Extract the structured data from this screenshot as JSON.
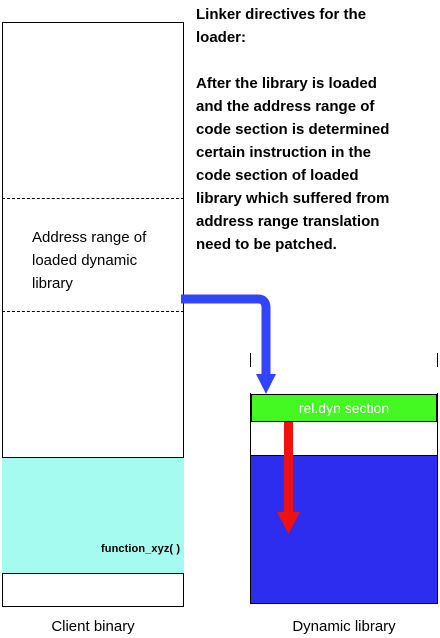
{
  "directive": {
    "lines": [
      "Linker directives for the",
      "loader:",
      "",
      "After the library is loaded",
      "and the address range of",
      "code section is determined",
      "certain instruction in the",
      "code section of loaded",
      "library which suffered from",
      "address range translation",
      "need to be patched."
    ]
  },
  "client": {
    "address_lines": [
      "Address range of",
      "loaded dynamic",
      "library"
    ],
    "function_label": "function_xyz( )",
    "caption": "Client binary"
  },
  "dynamic_library": {
    "section_label": "rel.dyn section",
    "caption": "Dynamic library"
  },
  "colors": {
    "client_code_region": "#a5fbef",
    "rel_dyn_section": "#44f822",
    "library_code_region": "#2d2df0",
    "map_arrow": "#3344ff",
    "patch_arrow": "#ee1111"
  }
}
